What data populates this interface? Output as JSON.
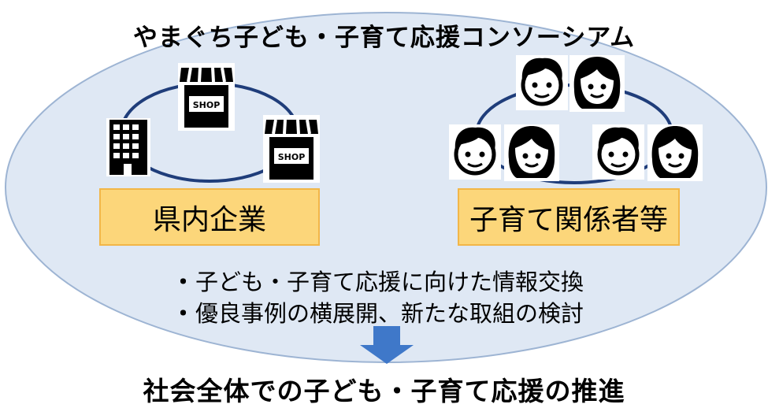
{
  "title": "やまぐち子ども・子育て応援コンソーシアム",
  "left_group": {
    "label": "県内企業",
    "shop_text": "SHOP",
    "icons": [
      "building-icon",
      "shop-icon",
      "shop-icon"
    ]
  },
  "right_group": {
    "label": "子育て関係者等",
    "icons": [
      "man-face-icon",
      "woman-face-icon",
      "man-face-icon",
      "woman-face-icon",
      "man-face-icon",
      "woman-face-icon"
    ]
  },
  "bullets": [
    "子ども・子育て応援に向けた情報交換",
    "優良事例の横展開、新たな取組の検討"
  ],
  "bullet_mark": "・",
  "result": "社会全体での子ども・子育て応援の推進",
  "colors": {
    "ellipse_fill": "#dfe8f4",
    "ellipse_stroke": "#9db4d3",
    "ring": "#1f3d7a",
    "box_fill": "#fcd67a",
    "box_border": "#f2b648",
    "arrow": "#3f78c9"
  }
}
